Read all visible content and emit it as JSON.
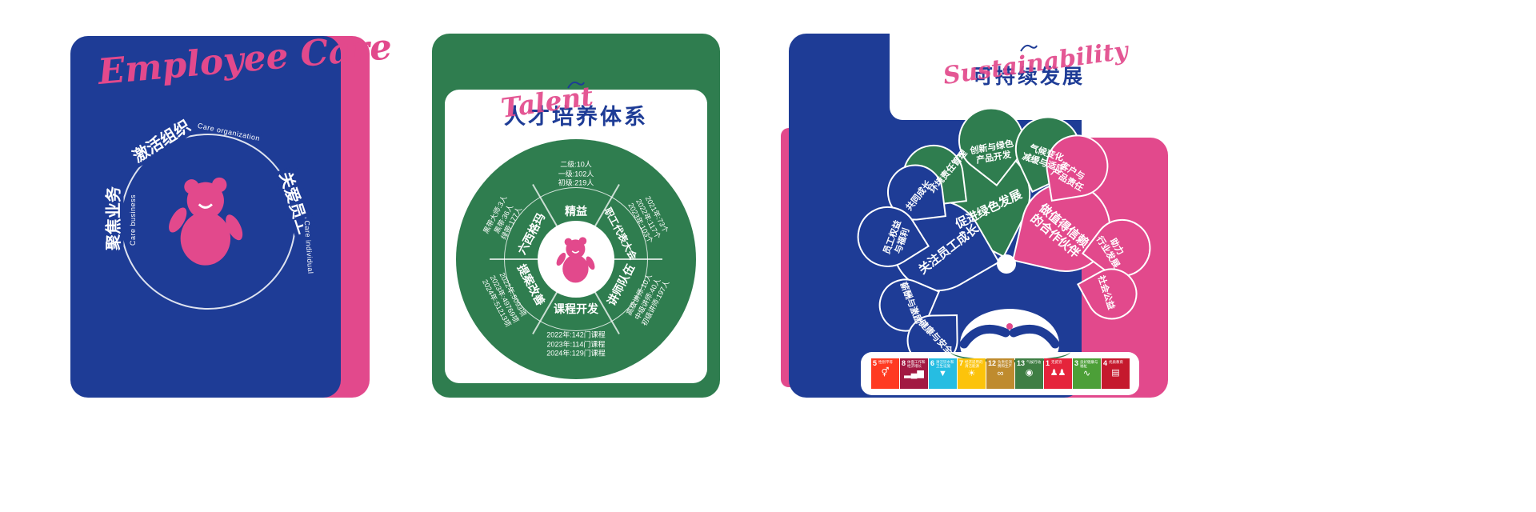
{
  "theme": {
    "blue": "#1e3c96",
    "pink": "#e2498c",
    "green": "#2f7d4f",
    "background": "#ffffff"
  },
  "panel1": {
    "script_title": "Employee Care",
    "segments": [
      {
        "cn": "激活组织",
        "en": "Care organization"
      },
      {
        "cn": "关爱员工",
        "en": "Care individual"
      },
      {
        "cn": "聚焦业务",
        "en": "Care business"
      }
    ]
  },
  "panel2": {
    "title": "人才培养体系",
    "script_title": "Talent",
    "sections": [
      {
        "label": "精益",
        "l1": "二级:10人",
        "l2": "一级:102人",
        "l3": "初级:219人"
      },
      {
        "label": "职工代表大会",
        "l1": "2021年:73个",
        "l2": "2022年:117个",
        "l3": "2023年:103个"
      },
      {
        "label": "讲师队伍",
        "l1": "高级讲师:10人",
        "l2": "中级讲师:40人",
        "l3": "初级讲师:197人"
      },
      {
        "label": "课程开发",
        "l1": "2022年:142门课程",
        "l2": "2023年:114门课程",
        "l3": "2024年:129门课程"
      },
      {
        "label": "提案改善",
        "l1": "2022年:5093项",
        "l2": "2023年:49769项",
        "l3": "2024年:51213项"
      },
      {
        "label": "六西格玛",
        "l1": "黑带大师:3人",
        "l2": "黑带:36人",
        "l3": "绿带:177人"
      }
    ]
  },
  "panel3": {
    "title": "可持续发展",
    "script_title": "Sustainability",
    "green": {
      "main": "促进绿色发展",
      "env": "环境责任管理",
      "innov1": "创新与绿色",
      "innov2": "产品开发",
      "climate1": "气候变化",
      "climate2": "减缓与适应"
    },
    "blue": {
      "main": "关注员工成长",
      "grow": "共同成长",
      "rights1": "员工权益",
      "rights2": "与福利",
      "pay": "薪酬与激励",
      "safety": "健康与安全"
    },
    "pink": {
      "main1": "做值得信赖",
      "main2": "的合作伙伴",
      "cust1": "客户与",
      "cust2": "产品责任",
      "industry1": "助力",
      "industry2": "行业发展",
      "charity": "社会公益"
    },
    "sdg": [
      {
        "num": "5",
        "name": "性别平等",
        "color": "#FF3A21",
        "icon": "⚥"
      },
      {
        "num": "8",
        "name": "体面工作和经济增长",
        "color": "#A21942",
        "icon": "▂▄▆"
      },
      {
        "num": "6",
        "name": "清洁饮水和卫生设施",
        "color": "#26BDE2",
        "icon": "▼"
      },
      {
        "num": "7",
        "name": "经济适用的清洁能源",
        "color": "#FCC30B",
        "icon": "☀"
      },
      {
        "num": "12",
        "name": "负责任消费和生产",
        "color": "#BF8B2E",
        "icon": "∞"
      },
      {
        "num": "13",
        "name": "气候行动",
        "color": "#3F7E44",
        "icon": "◉"
      },
      {
        "num": "1",
        "name": "无贫穷",
        "color": "#E5243B",
        "icon": "♟♟"
      },
      {
        "num": "3",
        "name": "良好健康与福祉",
        "color": "#4C9F38",
        "icon": "∿"
      },
      {
        "num": "4",
        "name": "优质教育",
        "color": "#C5192D",
        "icon": "▤"
      }
    ]
  }
}
